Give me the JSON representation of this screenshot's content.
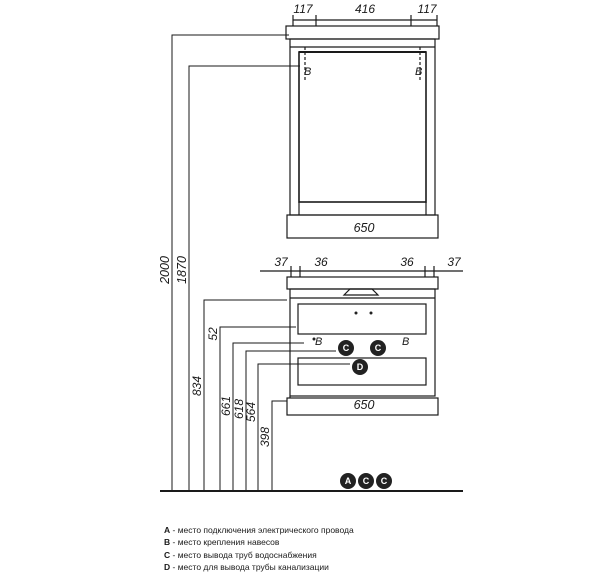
{
  "top_cabinet": {
    "widths": [
      "117",
      "416",
      "117"
    ],
    "total_width": "650",
    "mount_marker": "B"
  },
  "base_cabinet": {
    "widths": [
      "37",
      "36",
      "36",
      "37"
    ],
    "total_width": "650",
    "markers": {
      "mount": "B",
      "water": "C",
      "drain": "D"
    }
  },
  "vertical_dimensions": [
    "2000",
    "1870",
    "834",
    "52",
    "661",
    "618",
    "564",
    "398"
  ],
  "floor_markers": [
    "A",
    "C",
    "C"
  ],
  "legend": [
    {
      "key": "A",
      "text": " - место подключения электрического провода"
    },
    {
      "key": "B",
      "text": " - место крепления навесов"
    },
    {
      "key": "C",
      "text": " - место вывода труб водоснабжения"
    },
    {
      "key": "D",
      "text": " - место для вывода трубы канализации"
    }
  ]
}
